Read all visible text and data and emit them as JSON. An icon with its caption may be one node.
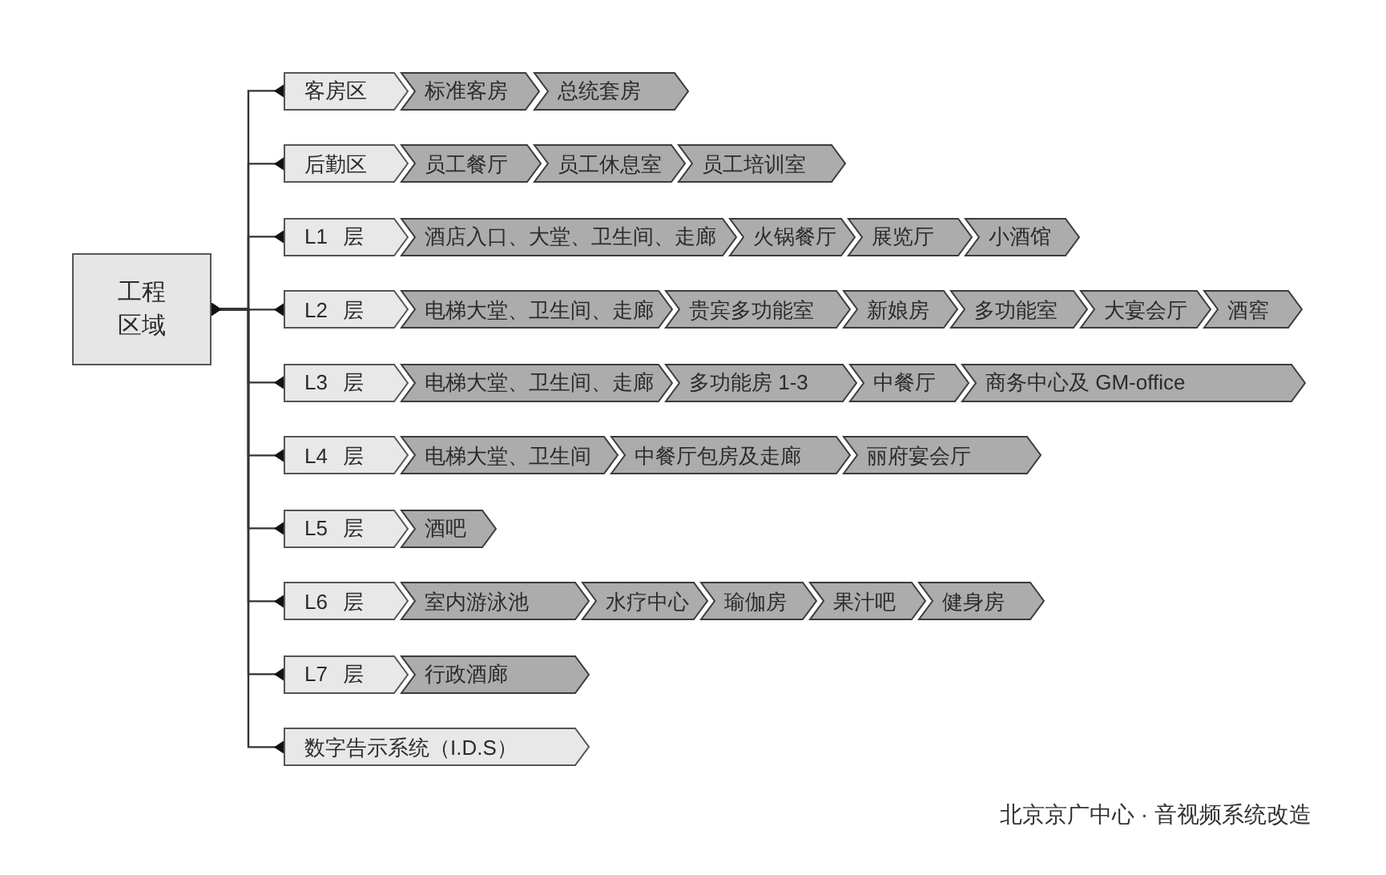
{
  "diagram": {
    "caption": "北京京广中心 · 音视频系统改造",
    "nodes": [
      {
        "text": [
          "工程区域"
        ]
      },
      {
        "text": [
          "客房区"
        ]
      },
      {
        "text": [
          "标准客房"
        ]
      },
      {
        "text": [
          "总统套房"
        ]
      },
      {
        "text": [
          "后勤区"
        ]
      },
      {
        "text": [
          "员工餐厅"
        ]
      },
      {
        "text": [
          "员工休息室"
        ]
      },
      {
        "text": [
          "员工培训室"
        ]
      },
      {
        "text": [
          "L1 层"
        ]
      },
      {
        "text": [
          "酒店入口、大堂、卫生间、走廊"
        ]
      },
      {
        "text": [
          "火锅餐厅"
        ]
      },
      {
        "text": [
          "展览厅"
        ]
      },
      {
        "text": [
          "小酒馆"
        ]
      },
      {
        "text": [
          "L2 层"
        ]
      },
      {
        "text": [
          "电梯大堂、卫生间、走廊"
        ]
      },
      {
        "text": [
          "贵宾多功能室"
        ]
      },
      {
        "text": [
          "新娘房"
        ]
      },
      {
        "text": [
          "多功能室"
        ]
      },
      {
        "text": [
          "大宴会厅"
        ]
      },
      {
        "text": [
          "酒窖"
        ]
      },
      {
        "text": [
          "L3 层"
        ]
      },
      {
        "text": [
          "电梯大堂、卫生间、走廊"
        ]
      },
      {
        "text": [
          "多功能房 1-3"
        ]
      },
      {
        "text": [
          "中餐厅"
        ]
      },
      {
        "text": [
          "商务中心及 GM-office"
        ]
      },
      {
        "text": [
          "L4 层"
        ]
      },
      {
        "text": [
          "电梯大堂、卫生间"
        ]
      },
      {
        "text": [
          "中餐厅包房及走廊"
        ]
      },
      {
        "text": [
          "丽府宴会厅"
        ]
      },
      {
        "text": [
          "L5 层"
        ]
      },
      {
        "text": [
          "酒吧"
        ]
      },
      {
        "text": [
          "L6 层"
        ]
      },
      {
        "text": [
          "室内游泳池"
        ]
      },
      {
        "text": [
          "水疗中心"
        ]
      },
      {
        "text": [
          "瑜伽房"
        ]
      },
      {
        "text": [
          "果汁吧"
        ]
      },
      {
        "text": [
          "健身房"
        ]
      },
      {
        "text": [
          "L7 层"
        ]
      },
      {
        "text": [
          "行政酒廊"
        ]
      },
      {
        "text": [
          "数字告示系统（I.D.S）"
        ]
      }
    ],
    "edges": [
      {
        "from": 0,
        "to": 1,
        "arrow": "other"
      },
      {
        "from": 0,
        "to": 4,
        "arrow": "other"
      },
      {
        "from": 0,
        "to": 8,
        "arrow": "other"
      },
      {
        "from": 0,
        "to": 13,
        "arrow": "other"
      },
      {
        "from": 0,
        "to": 20,
        "arrow": "other"
      },
      {
        "from": 0,
        "to": 25,
        "arrow": "other"
      },
      {
        "from": 0,
        "to": 29,
        "arrow": "other"
      },
      {
        "from": 0,
        "to": 31,
        "arrow": "other"
      },
      {
        "from": 0,
        "to": 37,
        "arrow": "other"
      },
      {
        "from": 0,
        "to": 39,
        "arrow": "other"
      }
    ]
  }
}
